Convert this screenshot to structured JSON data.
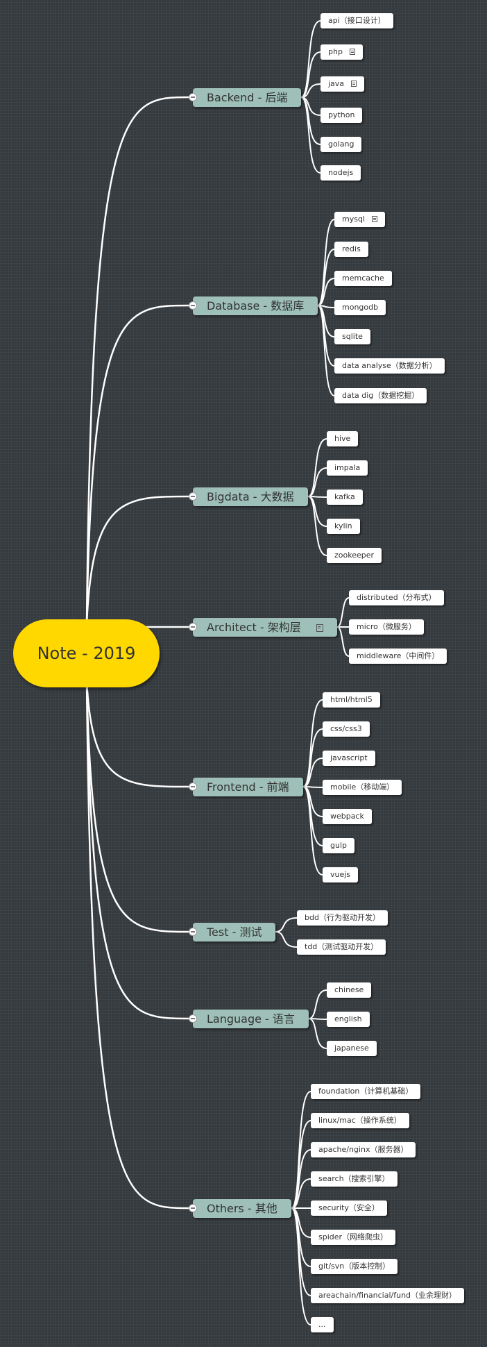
{
  "root": {
    "label": "Note - 2019",
    "color": "#ffd800"
  },
  "colors": {
    "branch": "#9ec0b8",
    "leaf": "#ffffff",
    "line": "#ffffff",
    "background": "#353a3e"
  },
  "branches": [
    {
      "label": "Backend - 后端",
      "note": false,
      "children": [
        {
          "label": "api（接口设计）",
          "note": false
        },
        {
          "label": "php",
          "note": true
        },
        {
          "label": "java",
          "note": true
        },
        {
          "label": "python",
          "note": false
        },
        {
          "label": "golang",
          "note": false
        },
        {
          "label": "nodejs",
          "note": false
        }
      ]
    },
    {
      "label": "Database - 数据库",
      "note": false,
      "children": [
        {
          "label": "mysql",
          "note": true
        },
        {
          "label": "redis",
          "note": false
        },
        {
          "label": "memcache",
          "note": false
        },
        {
          "label": "mongodb",
          "note": false
        },
        {
          "label": "sqlite",
          "note": false
        },
        {
          "label": "data analyse（数据分析）",
          "note": false
        },
        {
          "label": "data dig（数据挖掘）",
          "note": false
        }
      ]
    },
    {
      "label": "Bigdata - 大数据",
      "note": false,
      "children": [
        {
          "label": "hive",
          "note": false
        },
        {
          "label": "impala",
          "note": false
        },
        {
          "label": "kafka",
          "note": false
        },
        {
          "label": "kylin",
          "note": false
        },
        {
          "label": "zookeeper",
          "note": false
        }
      ]
    },
    {
      "label": "Architect - 架构层",
      "note": true,
      "children": [
        {
          "label": "distributed（分布式）",
          "note": false
        },
        {
          "label": "micro（微服务）",
          "note": false
        },
        {
          "label": "middleware（中间件）",
          "note": false
        }
      ]
    },
    {
      "label": "Frontend - 前端",
      "note": false,
      "children": [
        {
          "label": "html/html5",
          "note": false
        },
        {
          "label": "css/css3",
          "note": false
        },
        {
          "label": "javascript",
          "note": false
        },
        {
          "label": "mobile（移动端）",
          "note": false
        },
        {
          "label": "webpack",
          "note": false
        },
        {
          "label": "gulp",
          "note": false
        },
        {
          "label": "vuejs",
          "note": false
        }
      ]
    },
    {
      "label": "Test - 测试",
      "note": false,
      "children": [
        {
          "label": "bdd（行为驱动开发）",
          "note": false
        },
        {
          "label": "tdd（测试驱动开发）",
          "note": false
        }
      ]
    },
    {
      "label": "Language - 语言",
      "note": false,
      "children": [
        {
          "label": "chinese",
          "note": false
        },
        {
          "label": "english",
          "note": false
        },
        {
          "label": "japanese",
          "note": false
        }
      ]
    },
    {
      "label": "Others - 其他",
      "note": false,
      "children": [
        {
          "label": "foundation（计算机基础）",
          "note": false
        },
        {
          "label": "linux/mac（操作系统）",
          "note": false
        },
        {
          "label": "apache/nginx（服务器）",
          "note": false
        },
        {
          "label": "search（搜索引擎）",
          "note": false
        },
        {
          "label": "security（安全）",
          "note": false
        },
        {
          "label": "spider（网络爬虫）",
          "note": false
        },
        {
          "label": "git/svn（版本控制）",
          "note": false
        },
        {
          "label": "areachain/financial/fund（业余理财）",
          "note": false
        },
        {
          "label": "...",
          "note": false
        }
      ]
    }
  ]
}
